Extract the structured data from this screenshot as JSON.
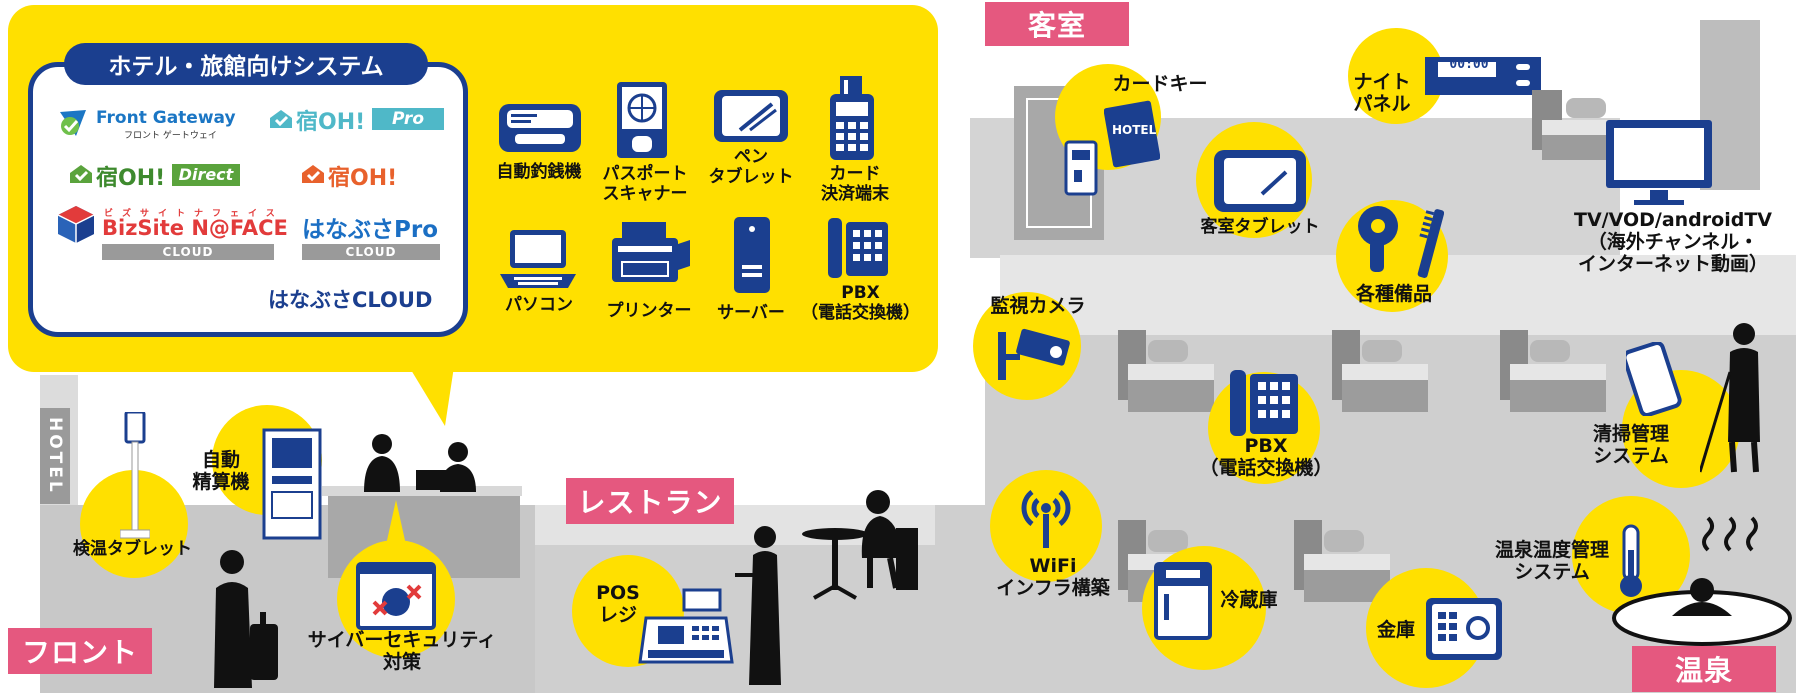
{
  "panel": {
    "title": "ホテル・旅館向けシステム",
    "logos": {
      "front_gateway": "Front Gateway",
      "front_gateway_sub": "フロント ゲートウェイ",
      "shuku_oh_pro": "宿OH!",
      "pro_badge": "Pro",
      "shuku_oh_direct": "宿OH!",
      "direct_badge": "Direct",
      "shuku_oh": "宿OH!",
      "bizsite_ruby": "ビズサイトナフェイス",
      "bizsite": "BizSite N@FACE",
      "hanabusa_pro": "はなぶさPro",
      "hanabusa_cloud": "はなぶさCLOUD",
      "cloud_label": "CLOUD"
    },
    "devices": [
      "自動釣銭機",
      "パスポート\nスキャナー",
      "ペン\nタブレット",
      "カード\n決済端末",
      "パソコン",
      "プリンター",
      "サーバー",
      "PBX\n（電話交換機）"
    ]
  },
  "areas": {
    "front": "フロント",
    "restaurant": "レストラン",
    "guest_room": "客室",
    "onsen": "温泉",
    "hotel_sign": "HOTEL"
  },
  "front_items": {
    "temp_tablet": "検温タブレット",
    "auto_checkout": "自動\n精算機",
    "cyber_security": "サイバーセキュリティ\n対策"
  },
  "restaurant_items": {
    "pos": "POS\nレジ"
  },
  "room_items": {
    "card_key": "カードキー",
    "card_key_hotel": "HOTEL",
    "night_panel": "ナイト\nパネル",
    "night_panel_display": "00:00",
    "room_tablet": "客室タブレット",
    "amenities": "各種備品",
    "tv": "TV/VOD/androidTV\n（海外チャンネル・\nインターネット動画）",
    "camera": "監視カメラ",
    "pbx": "PBX\n（電話交換機）",
    "cleaning": "清掃管理\nシステム",
    "wifi": "WiFi\nインフラ構築",
    "fridge": "冷蔵庫",
    "safe": "金庫",
    "onsen_temp": "温泉温度管理\nシステム"
  },
  "colors": {
    "yellow": "#ffe000",
    "navy": "#1b3f8f",
    "pink": "#e5587f",
    "floor": "#c8c8c8"
  }
}
